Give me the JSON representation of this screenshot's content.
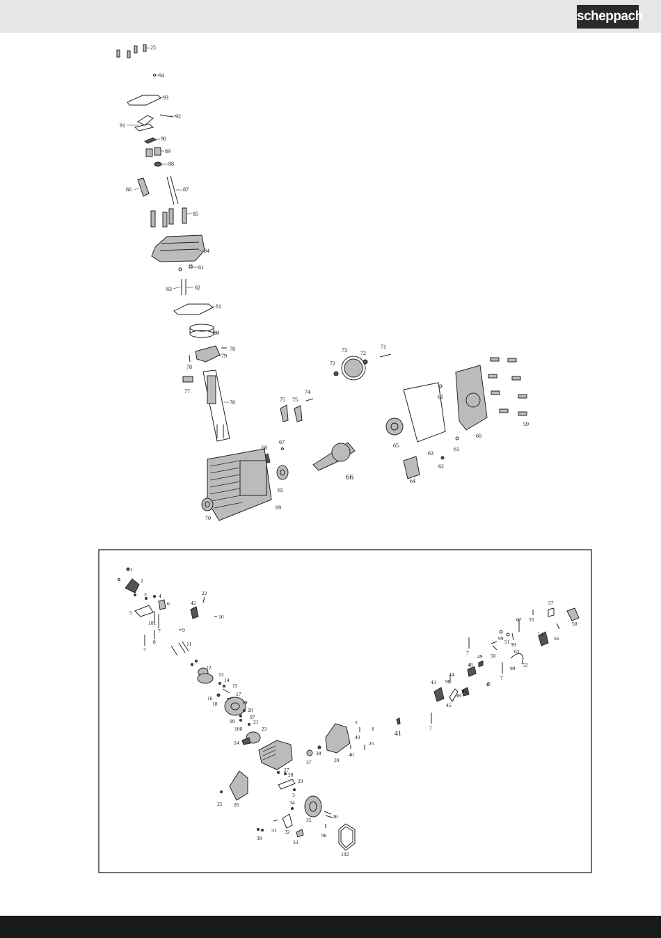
{
  "header": {
    "logo_text": "scheppach"
  },
  "colors": {
    "header_bg": "#e6e6e6",
    "logo_bg": "#2a2a2a",
    "footer_bg": "#1a1a1a"
  },
  "upper_diagram": {
    "labels": [
      "25",
      "94",
      "93",
      "92",
      "91",
      "90",
      "89",
      "88",
      "87",
      "86",
      "85",
      "84",
      "61",
      "83",
      "82",
      "81",
      "80",
      "78",
      "79",
      "78",
      "77",
      "76",
      "75",
      "75",
      "74",
      "73",
      "72",
      "72",
      "71",
      "61",
      "63",
      "60",
      "59",
      "65",
      "61",
      "62",
      "64",
      "66",
      "68",
      "67",
      "65",
      "69",
      "70"
    ]
  },
  "lower_diagram": {
    "labels": [
      "1",
      "2",
      "3",
      "4",
      "5",
      "6",
      "101",
      "7",
      "8",
      "7",
      "22",
      "42",
      "10",
      "9",
      "11",
      "12",
      "13",
      "14",
      "15",
      "16",
      "17",
      "18",
      "19",
      "20",
      "97",
      "99",
      "21",
      "100",
      "23",
      "24",
      "40",
      "25",
      "41",
      "40",
      "7",
      "38",
      "37",
      "39",
      "27",
      "28",
      "29",
      "3",
      "34",
      "36",
      "35",
      "25",
      "26",
      "30",
      "31",
      "32",
      "33",
      "96",
      "102",
      "57",
      "55",
      "58",
      "67",
      "56",
      "99",
      "51",
      "99",
      "54",
      "63",
      "7",
      "52",
      "98",
      "50",
      "49",
      "48",
      "44",
      "98",
      "43",
      "47",
      "7",
      "46",
      "98",
      "45"
    ]
  }
}
